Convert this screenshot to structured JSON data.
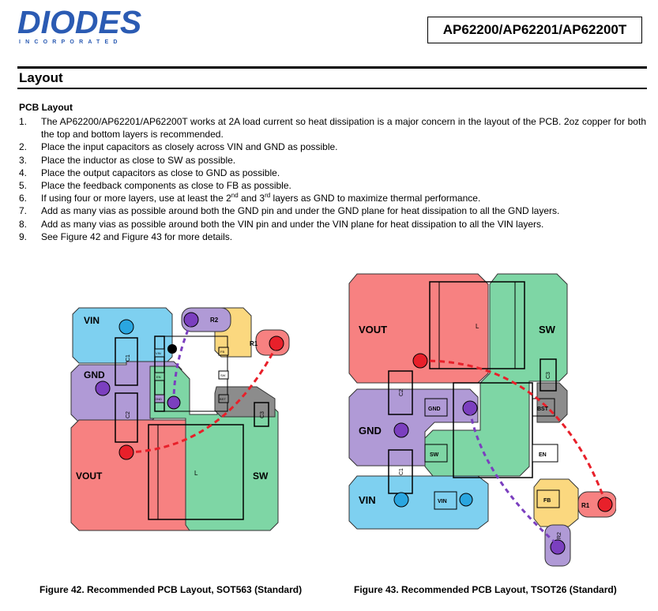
{
  "header": {
    "logo_text": "DIODES",
    "logo_sub": "INCORPORATED",
    "part_numbers": "AP62200/AP62201/AP62200T"
  },
  "section": {
    "title": "Layout",
    "subtitle": "PCB Layout",
    "items": [
      {
        "num": "1.",
        "text": "The AP62200/AP62201/AP62200T works at 2A load current so heat dissipation is a major concern in the layout of the PCB. 2oz copper for both the top and bottom layers is recommended."
      },
      {
        "num": "2.",
        "text": "Place the input capacitors as closely across VIN and GND as possible."
      },
      {
        "num": "3.",
        "text": "Place the inductor as close to SW as possible."
      },
      {
        "num": "4.",
        "text": "Place the output capacitors as close to GND as possible."
      },
      {
        "num": "5.",
        "text": "Place the feedback components as close to FB as possible."
      },
      {
        "num": "6.",
        "pre": "If using four or more layers, use at least the 2",
        "sup1": "nd",
        "mid": " and 3",
        "sup2": "rd",
        "post": " layers as GND to maximize thermal performance."
      },
      {
        "num": "7.",
        "text": "Add as many vias as possible around both the GND pin and under the GND plane for heat dissipation to all the GND layers."
      },
      {
        "num": "8.",
        "text": "Add as many vias as possible around both the VIN pin and under the VIN plane for heat dissipation to all the VIN layers."
      },
      {
        "num": "9.",
        "text": "See Figure 42 and Figure 43 for more details."
      }
    ]
  },
  "fig42": {
    "caption": "Figure 42. Recommended PCB Layout, SOT563 (Standard)",
    "labels": {
      "vin": "VIN",
      "gnd": "GND",
      "vout": "VOUT",
      "sw": "SW",
      "l": "L",
      "c1": "C1",
      "c2": "C2",
      "c3": "C3",
      "r1": "R1",
      "r2": "R2",
      "pin_vin": "VIN",
      "pin_en": "EN",
      "pin_gnd": "GND",
      "pin_fb": "FB",
      "pin_bst": "BST",
      "pin_sw": "SW"
    }
  },
  "fig43": {
    "caption": "Figure 43. Recommended PCB Layout, TSOT26 (Standard)",
    "labels": {
      "vout": "VOUT",
      "sw": "SW",
      "gnd": "GND",
      "vin": "VIN",
      "l": "L",
      "c1": "C1",
      "c2": "C2",
      "c3": "C3",
      "r1": "R1",
      "r2": "R2",
      "pin_gnd": "GND",
      "pin_sw": "SW",
      "pin_vin": "VIN",
      "pin_bst": "BST",
      "pin_en": "EN",
      "pin_fb": "FB"
    }
  },
  "colors": {
    "vin": "#7ed0f0",
    "gnd": "#b09ad6",
    "vout": "#f78181",
    "sw": "#7ed6a5",
    "fb": "#fbd87f",
    "bst": "#8c8c8c",
    "trace": "#e8202a",
    "gnd_trace": "#7b3fbf",
    "brand": "#2b5bb3"
  }
}
